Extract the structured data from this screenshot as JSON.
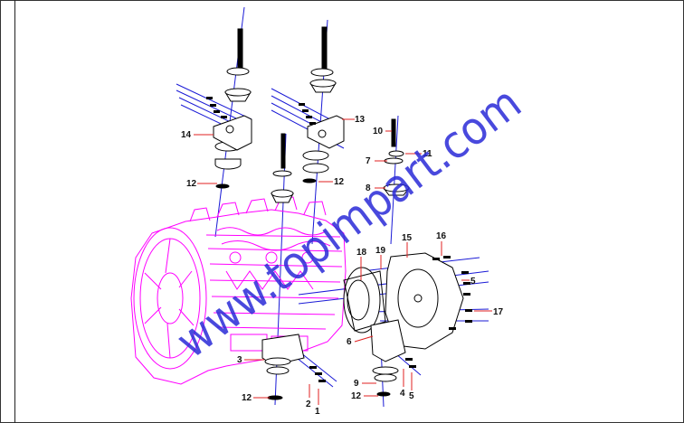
{
  "colors": {
    "engine": "#ff00ff",
    "parts": "#000000",
    "axes": "#1a1ad6",
    "leaders": "#e02020",
    "watermark": "#2a2ad8"
  },
  "watermark": {
    "text": "www.topimpart.com"
  },
  "callouts": [
    {
      "id": "14",
      "text": "14"
    },
    {
      "id": "13",
      "text": "13"
    },
    {
      "id": "12a",
      "text": "12"
    },
    {
      "id": "12b",
      "text": "12"
    },
    {
      "id": "10",
      "text": "10"
    },
    {
      "id": "11",
      "text": "11"
    },
    {
      "id": "7",
      "text": "7"
    },
    {
      "id": "8",
      "text": "8"
    },
    {
      "id": "18",
      "text": "18"
    },
    {
      "id": "19",
      "text": "19"
    },
    {
      "id": "15",
      "text": "15"
    },
    {
      "id": "16",
      "text": "16"
    },
    {
      "id": "5a",
      "text": "5"
    },
    {
      "id": "17",
      "text": "17"
    },
    {
      "id": "6",
      "text": "6"
    },
    {
      "id": "3",
      "text": "3"
    },
    {
      "id": "9",
      "text": "9"
    },
    {
      "id": "4",
      "text": "4"
    },
    {
      "id": "5b",
      "text": "5"
    },
    {
      "id": "12c",
      "text": "12"
    },
    {
      "id": "12d",
      "text": "12"
    },
    {
      "id": "2",
      "text": "2"
    },
    {
      "id": "1",
      "text": "1"
    }
  ]
}
